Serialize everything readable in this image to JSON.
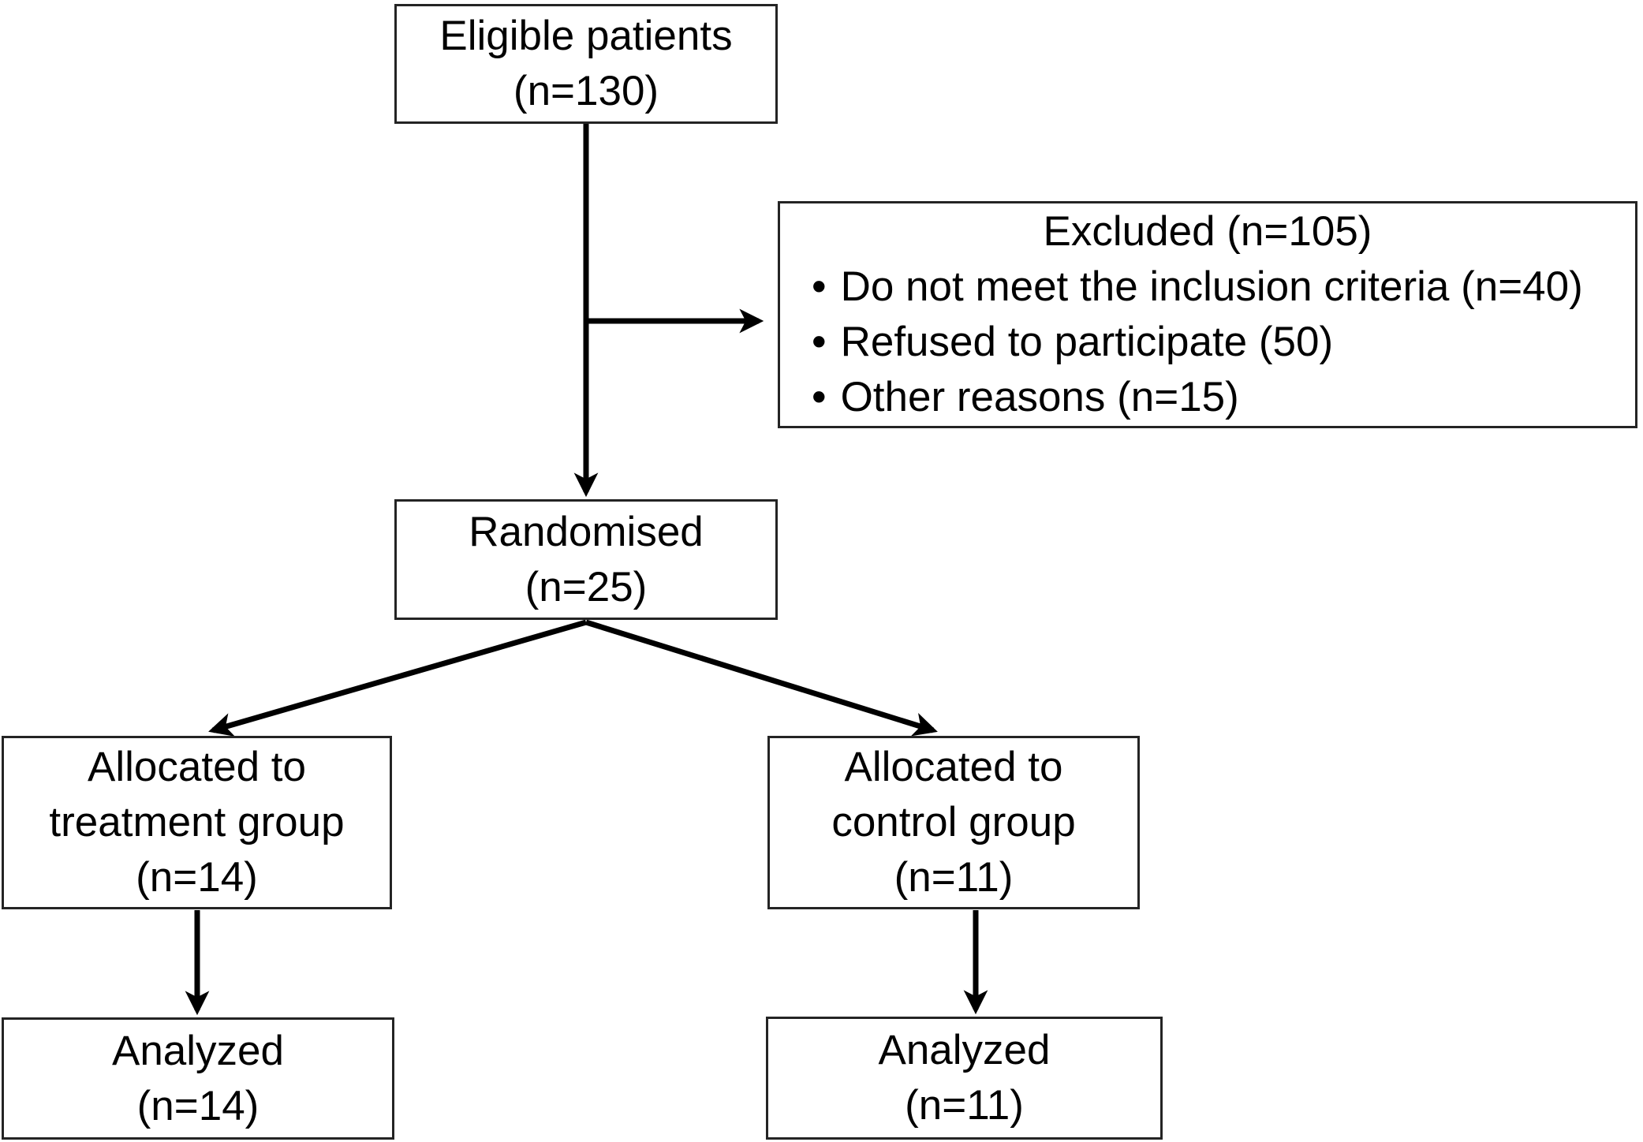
{
  "diagram": {
    "type": "patient-flow",
    "colors": {
      "background": "#ffffff",
      "box_border": "#242424",
      "text": "#000000",
      "arrow": "#000000"
    }
  },
  "boxes": {
    "eligible": {
      "lines": [
        "Eligible patients",
        "(n=130)"
      ]
    },
    "excluded": {
      "title": "Excluded (n=105)",
      "bullet_glyph": "•",
      "items": [
        "Do not meet the inclusion criteria (n=40)",
        "Refused to participate (50)",
        "Other reasons (n=15)"
      ]
    },
    "randomised": {
      "lines": [
        "Randomised",
        "(n=25)"
      ]
    },
    "allocated_treatment": {
      "lines": [
        "Allocated to",
        "treatment group",
        "(n=14)"
      ]
    },
    "allocated_control": {
      "lines": [
        "Allocated to",
        "control group",
        "(n=11)"
      ]
    },
    "analyzed_treatment": {
      "lines": [
        "Analyzed",
        "(n=14)"
      ]
    },
    "analyzed_control": {
      "lines": [
        "Analyzed",
        "(n=11)"
      ]
    }
  },
  "connections": [
    {
      "from": "eligible",
      "to": "randomised"
    },
    {
      "from": "eligible",
      "to": "excluded"
    },
    {
      "from": "randomised",
      "to": "allocated_treatment"
    },
    {
      "from": "randomised",
      "to": "allocated_control"
    },
    {
      "from": "allocated_treatment",
      "to": "analyzed_treatment"
    },
    {
      "from": "allocated_control",
      "to": "analyzed_control"
    }
  ]
}
